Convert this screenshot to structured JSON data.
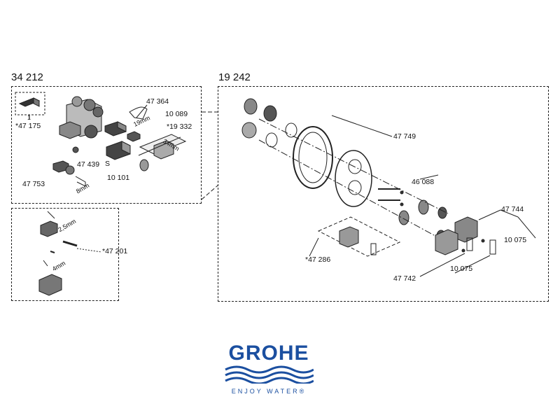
{
  "sets": [
    {
      "number": "34 212"
    },
    {
      "number": "19 242"
    }
  ],
  "parts": {
    "p47175": "*47 175",
    "p47364": "47 364",
    "p10089": "10 089",
    "p19332": "*19 332",
    "p47439": "47 439",
    "p10101": "10 101",
    "p47753": "47 753",
    "p47201": "*47 201",
    "p47749": "47 749",
    "p46088": "46 088",
    "p47744": "47 744",
    "p10075a": "10 075",
    "p47286": "*47 286",
    "p47742": "47 742",
    "p10075b": "10 075"
  },
  "small_labels": {
    "one": "1",
    "s": "S",
    "mm19": "19mm",
    "mm34": "34mm",
    "mm8": "8mm",
    "mm25": "2,5mm",
    "mm4": "4mm"
  },
  "brand": {
    "name": "GROHE",
    "tagline": "ENJOY WATER®",
    "color": "#1b4fa0"
  }
}
